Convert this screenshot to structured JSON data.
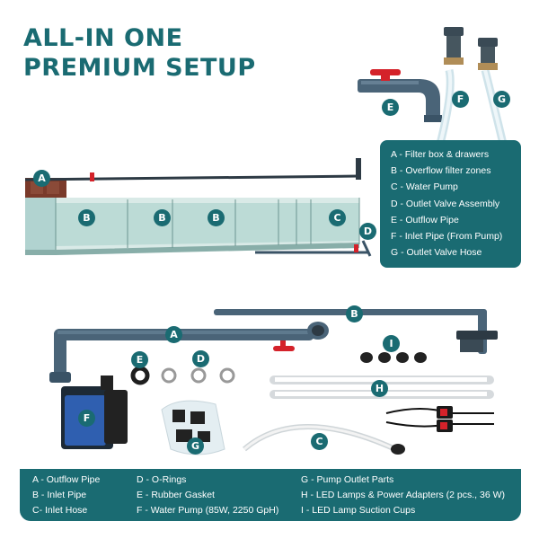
{
  "title": {
    "line1": "ALL-IN ONE",
    "line2": "PREMIUM SETUP"
  },
  "top_badges": [
    "A",
    "B",
    "B",
    "B",
    "C",
    "D",
    "E",
    "F",
    "G"
  ],
  "legend_top": [
    "A - Filter box & drawers",
    "B - Overflow filter zones",
    "C - Water Pump",
    "D - Outlet Valve Assembly",
    "E - Outflow Pipe",
    "F - Inlet Pipe (From Pump)",
    "G - Outlet Valve Hose"
  ],
  "bottom_badges": [
    "A",
    "B",
    "D",
    "E",
    "F",
    "G",
    "C",
    "I",
    "H"
  ],
  "legend_bottom": {
    "col1": [
      "A - Outflow Pipe",
      "B - Inlet Pipe",
      "C- Inlet Hose"
    ],
    "col2": [
      "D - O-Rings",
      "E - Rubber Gasket",
      "F - Water Pump (85W, 2250 GpH)"
    ],
    "col3": [
      "G - Pump Outlet Parts",
      "H - LED Lamps & Power Adapters (2 pcs., 36 W)",
      "I - LED Lamp Suction Cups"
    ]
  },
  "colors": {
    "brand_teal": "#1a6b72",
    "panel_blue": "#d5ebf3",
    "pipe_blue": "#4a6478",
    "valve_red": "#d4222a"
  }
}
